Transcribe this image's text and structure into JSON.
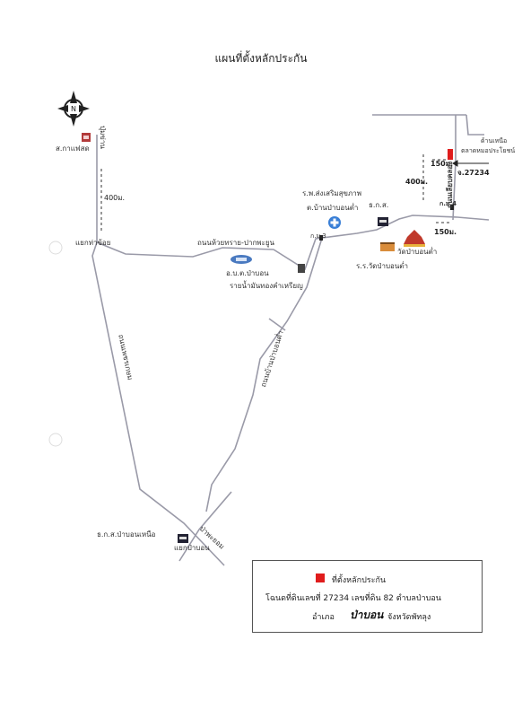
{
  "title": "แผนที่ตั้งหลักประกัน",
  "labels": {
    "post_office": "ส.กาแฟสด",
    "road_left": "ปุ่มข่าน",
    "distance_400_left": "400ม.",
    "junction": "แยกท่าข้อย",
    "road_main": "ถนนห้วยทราย-ปากพะยูน",
    "hospital_line1": "ร.พ.ส่งเสริมสุขภาพ",
    "hospital_line2": "ต.บ้านป่าบอนต่ำ",
    "route_3": "ก.ม.3",
    "bank": "ธ.ก.ส.",
    "school": "อ.บ.ต.ป่าบอน",
    "field": "รายน้ำมันทองคำเหรียญ",
    "road_diag": "ถนนบ้านป่าบอนต่ำ",
    "temple": "วัดป่าบอนต่ำ",
    "temple_school": "ร.ร.วัดป่าบอนต่ำ",
    "route_4": "ก.ม.4",
    "dist_150_right": "150ม.",
    "dist_400_right": "400ม.",
    "dist_150_top": "150ม.",
    "parcel": "จ.27234",
    "north_note1": "ด้านเหนือ",
    "north_note2": "ตลาดหมอประโยชน์",
    "road_vertical_right": "ถนนเลียบคลอง",
    "road_sw": "ถนนเพชรเกษม",
    "bank_north": "ธ.ก.ส.ป่าบอนเหนือ",
    "junction_south": "แยกป่าบอน",
    "road_south": "ป่าพะยอม"
  },
  "legend": {
    "marker_label": "ที่ตั้งหลักประกัน",
    "line2": "โฉนดที่ดินเลขที่ 27234 เลขที่ดิน 82 ตำบลป่าบอน",
    "line3_prefix": "อำเภอ",
    "line3_handwritten": "ป่าบอน",
    "line3_suffix": "จังหวัดพัทลุง"
  },
  "north_arrow": {
    "letter": "N"
  },
  "colors": {
    "road": "#9a9aa8",
    "marker": "#e01c1c",
    "hospital": "#3a7fd6",
    "school": "#4a7ac0"
  }
}
